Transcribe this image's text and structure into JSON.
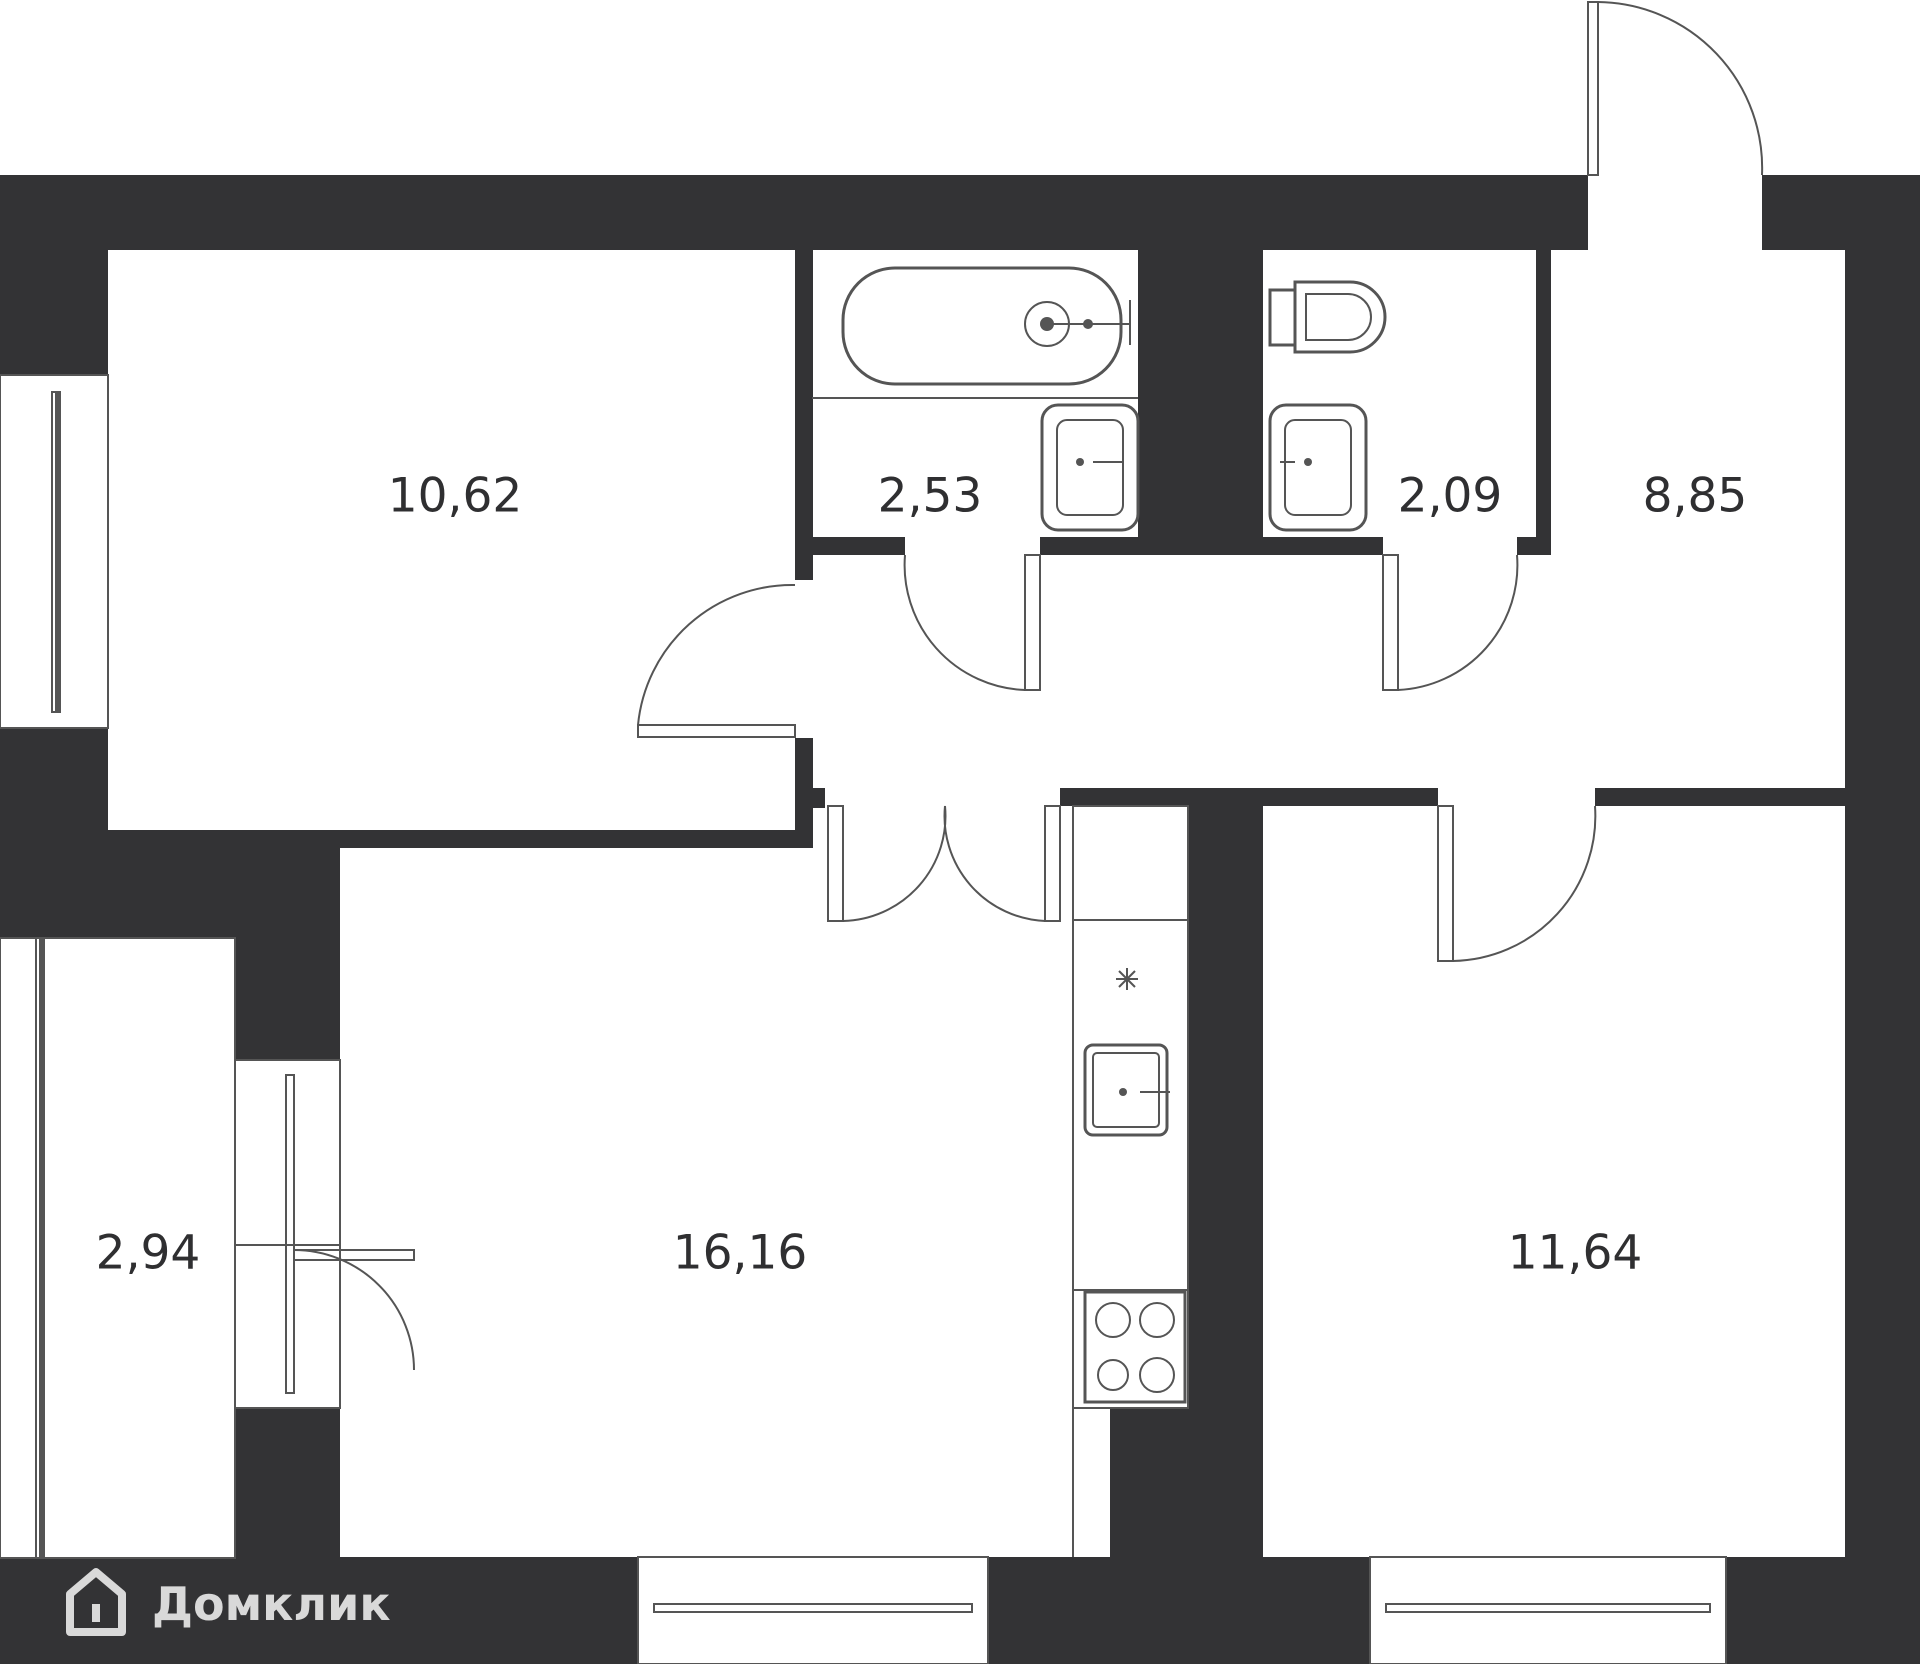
{
  "plan": {
    "colors": {
      "wall": "#333335",
      "line": "#555555",
      "label": "#2f2f31",
      "watermark": "#d9d9d9"
    },
    "rooms": [
      {
        "id": "room-a",
        "label": "10,62"
      },
      {
        "id": "bathroom",
        "label": "2,53"
      },
      {
        "id": "toilet",
        "label": "2,09"
      },
      {
        "id": "hallway",
        "label": "8,85"
      },
      {
        "id": "loggia",
        "label": "2,94"
      },
      {
        "id": "kitchen-living",
        "label": "16,16"
      },
      {
        "id": "room-b",
        "label": "11,64"
      }
    ],
    "fixtures": [
      "bathtub-icon",
      "sink-icon",
      "toilet-icon",
      "fridge-icon",
      "stove-icon"
    ]
  },
  "watermark": {
    "text": "Домклик",
    "icon": "domclick-logo-icon"
  }
}
